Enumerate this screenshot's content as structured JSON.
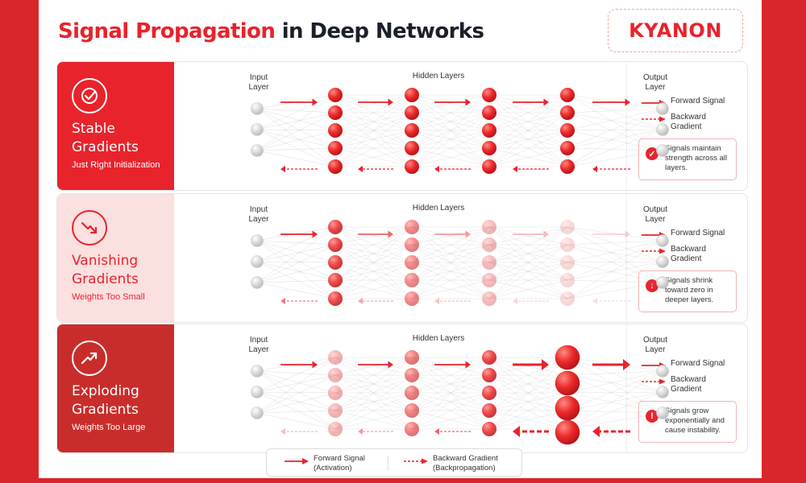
{
  "title": {
    "accent": "Signal Propagation",
    "rest": "in Deep Networks"
  },
  "logo": {
    "text": "KYANON"
  },
  "labels": {
    "input": "Input Layer",
    "hidden": "Hidden Layers",
    "output": "Output Layer"
  },
  "legend": {
    "forward": "Forward Signal",
    "backward": "Backward Gradient"
  },
  "colors": {
    "accent": "#e8232c",
    "background": "#d9262a",
    "neuron": "#e8232c",
    "input_node": "#d6d6d6"
  },
  "panels": [
    {
      "id": "stable",
      "icon": "check-circle-icon",
      "title": "Stable Gradients",
      "subtitle": "Just Right Initialization",
      "note": "Signals maintain strength across all layers.",
      "note_icon": "check-icon",
      "note_symbol": "✓",
      "hidden_layer_opacity": [
        1,
        1,
        1,
        1
      ],
      "hidden_layer_scale": [
        1,
        1,
        1,
        1
      ],
      "forward_arrow_opacity": [
        1,
        1,
        1,
        1,
        1
      ],
      "backward_arrow_opacity": [
        1,
        1,
        1,
        1,
        1
      ]
    },
    {
      "id": "vanishing",
      "icon": "trend-down-icon",
      "title": "Vanishing Gradients",
      "subtitle": "Weights Too Small",
      "note": "Signals shrink toward zero in deeper layers.",
      "note_icon": "down-arrow-icon",
      "note_symbol": "↓",
      "hidden_layer_opacity": [
        0.85,
        0.55,
        0.32,
        0.18
      ],
      "hidden_layer_scale": [
        1,
        1,
        1,
        1
      ],
      "forward_arrow_opacity": [
        1,
        0.7,
        0.45,
        0.3,
        0.2
      ],
      "backward_arrow_opacity": [
        0.6,
        0.4,
        0.28,
        0.2,
        0.15
      ]
    },
    {
      "id": "exploding",
      "icon": "trend-up-icon",
      "title": "Exploding Gradients",
      "subtitle": "Weights Too Large",
      "note": "Signals grow exponentially and cause instability.",
      "note_icon": "exclamation-icon",
      "note_symbol": "!",
      "hidden_layer_opacity": [
        0.35,
        0.6,
        0.85,
        1
      ],
      "hidden_layer_scale": [
        1,
        1,
        1,
        1.7
      ],
      "forward_arrow_opacity": [
        1,
        1,
        1,
        1,
        1
      ],
      "backward_arrow_opacity": [
        0.3,
        0.45,
        0.7,
        1,
        1
      ]
    }
  ],
  "bottom_legend": {
    "forward": "Forward Signal (Activation)",
    "backward": "Backward Gradient (Backpropagation)"
  }
}
